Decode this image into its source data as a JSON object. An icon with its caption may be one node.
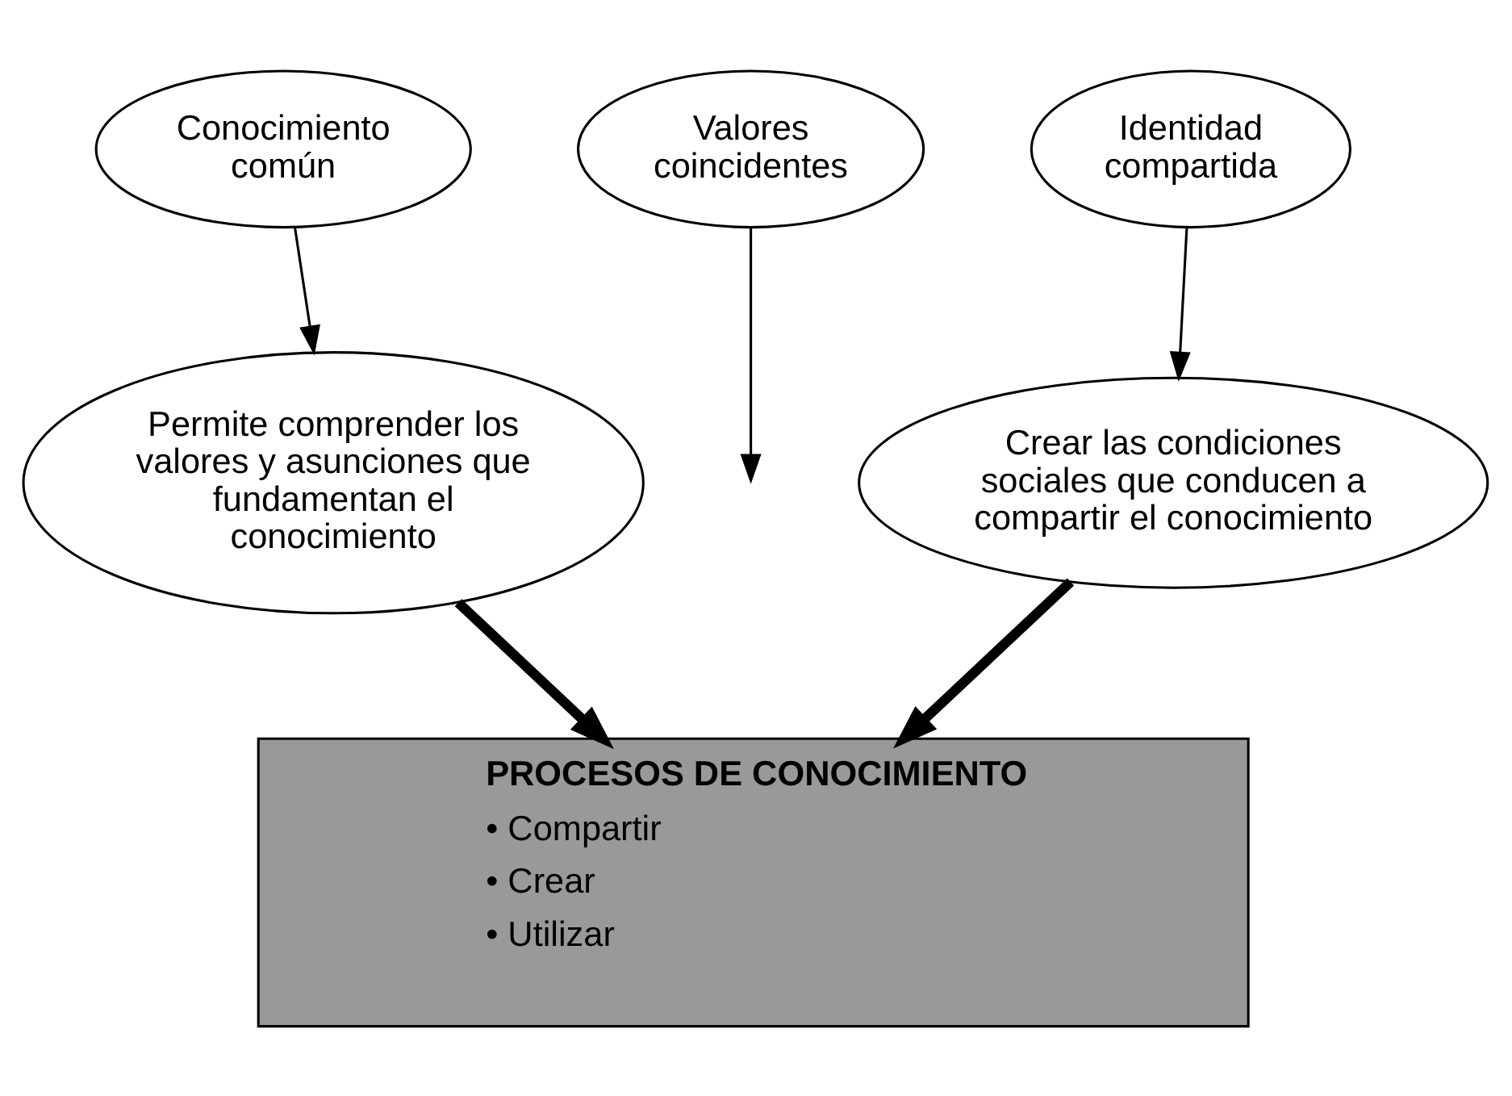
{
  "diagram": {
    "nodes": [
      {
        "text": [
          "Conocimiento común"
        ]
      },
      {
        "text": [
          "Valores coincidentes"
        ]
      },
      {
        "text": [
          "Identidad compartida"
        ]
      },
      {
        "text": [
          "Permite comprender los valores y asunciones que fundamentan el conocimiento"
        ]
      },
      {
        "text": [
          "Crear las condiciones sociales que conducen a compartir el conocimiento"
        ]
      },
      {
        "text": [
          "PROCESOS DE CONOCIMIENTO",
          "• Compartir",
          "• Crear",
          "• Utilizar"
        ]
      }
    ],
    "edges": [
      {
        "from": 0,
        "to": 3,
        "arrow": "to"
      },
      {
        "from": 1,
        "to": null,
        "arrow": "to"
      },
      {
        "from": 2,
        "to": 4,
        "arrow": "to"
      },
      {
        "from": 3,
        "to": 5,
        "arrow": "to",
        "style": "thick"
      },
      {
        "from": 4,
        "to": 5,
        "arrow": "to",
        "style": "thick"
      }
    ]
  }
}
